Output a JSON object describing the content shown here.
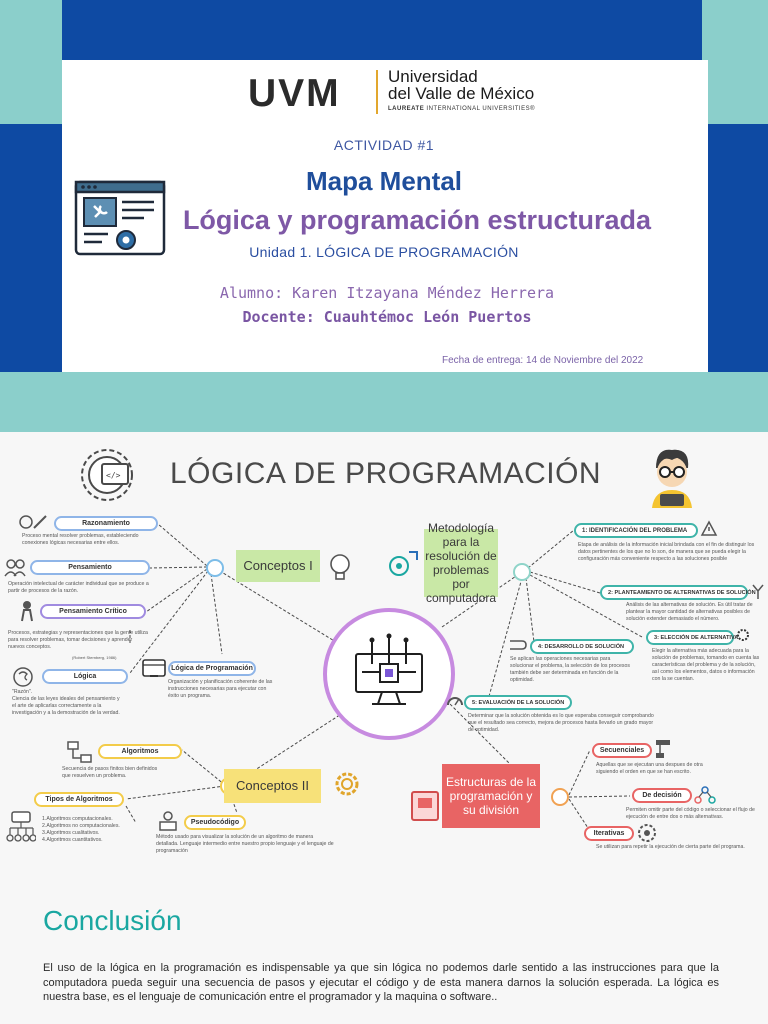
{
  "cover": {
    "logo_letters": "UVM",
    "university_line1": "Universidad",
    "university_line2": "del Valle de México",
    "network_bold": "LAUREATE",
    "network_rest": " INTERNATIONAL UNIVERSITIES®",
    "activity": "ACTIVIDAD #1",
    "title": "Mapa Mental",
    "subtitle": "Lógica y programación estructurada",
    "unit": "Unidad 1. LÓGICA DE PROGRAMACIÓN",
    "student": "Alumno: Karen Itzayana Méndez Herrera",
    "teacher": "Docente: Cuauhtémoc León Puertos",
    "due_date": "Fecha de entrega: 14 de Noviembre del 2022",
    "colors": {
      "teal": "#8bcfcb",
      "blue": "#0e4aa3",
      "purple": "#7e58a6",
      "gold": "#e2a72e"
    }
  },
  "mindmap": {
    "title": "LÓGICA DE PROGRAMACIÓN",
    "hubs": {
      "conceptos1": "Conceptos I",
      "conceptos2": "Conceptos II",
      "metodologia": "Metodología para la resolución de problemas por computadora",
      "estructuras": "Estructuras de la programación y su división"
    },
    "conceptos1": {
      "razonamiento": {
        "label": "Razonamiento",
        "note": "Proceso mental resolver problemas, estableciendo conexiones lógicas necesarias entre ellos."
      },
      "pensamiento": {
        "label": "Pensamiento",
        "note": "Operación intelectual de carácter individual que se produce a partir de procesos de la razón."
      },
      "critico": {
        "label": "Pensamiento Crítico",
        "note": "Procesos, estrategias y representaciones que la gente utiliza para resolver problemas, tomar decisiones y aprender nuevos conceptos.",
        "source": "(Robert Sternberg, 1986)"
      },
      "logica": {
        "label": "Lógica",
        "note_a": "\"Razón\".",
        "note_b": "Ciencia de las leyes ideales del pensamiento y el arte de aplicarlas correctamente a la investigación y a la demostración de la verdad."
      },
      "logica_prog": {
        "label": "Lógica de Programación",
        "note": "Organización y planificación coherente de las instrucciones necesarias para ejecutar con éxito un programa."
      }
    },
    "conceptos2": {
      "algoritmos": {
        "label": "Algoritmos",
        "note": "Secuencia de pasos finitos bien definidos que resuelven un problema."
      },
      "tipos": {
        "label": "Tipos de Algoritmos",
        "items": [
          "1.Algoritmos computacionales.",
          "2.Algoritmos no computacionales.",
          "3.Algoritmos cualitativos.",
          "4.Algoritmos cuantitativos."
        ]
      },
      "pseudocodigo": {
        "label": "Pseudocódigo",
        "note": "Método usado para visualizar la solución de un algoritmo de manera detallada. Lenguaje intermedio entre nuestro propio lenguaje y el lenguaje de programación"
      }
    },
    "metodologia": {
      "s1": {
        "label": "1: IDENTIFICACIÓN DEL PROBLEMA",
        "note": "Etapa de análisis de la información inicial brindada con el fin de distinguir los datos pertinentes de los que no lo son, de manera que se pueda elegir la configuración más conveniente respecto a las soluciones posible"
      },
      "s2": {
        "label": "2: PLANTEAMIENTO DE ALTERNATIVAS DE SOLUCIÓN",
        "note": "Análisis de las alternativas de solución. Es útil tratar de plantear la mayor cantidad de alternativas posibles de solución extender demasiado el número."
      },
      "s3": {
        "label": "3: ELECCIÓN DE ALTERNATIVA",
        "note": "Elegir la alternativa más adecuada para la solución de problemas, tomando en cuenta las características del problema y de la solución, así como los elementos, datos o información con la se cuentan."
      },
      "s4": {
        "label": "4: DESARROLLO DE SOLUCIÓN",
        "note": "Se aplican las operaciones necesarias para solucionar el problema, la selección de los procesos también debe ser determinada en función de la optimidad."
      },
      "s5": {
        "label": "5: EVALUACIÓN DE LA SOLUCIÓN",
        "note": "Determinar que la solución obtenida es lo que esperaba conseguir comprobando que el resultado sea correcto, mejora de procesos hasta llevarlo un grado mayor de optimidad."
      }
    },
    "estructuras": {
      "secuenciales": {
        "label": "Secuenciales",
        "note": "Aquellas que se ejecutan una despues de otra siguiendo el orden en que se han escrito."
      },
      "decision": {
        "label": "De decisión",
        "note": "Permiten omitir parte del código o seleccionar el flujo de ejecución de entre dos o más alternativas."
      },
      "iterativas": {
        "label": "Iterativas",
        "note": "Se utilizan para repetir la ejecución de cierta parte del programa."
      }
    }
  },
  "conclusion": {
    "title": "Conclusión",
    "body": "El uso de la lógica en la programación es indispensable ya que sin lógica no podemos darle sentido a las instrucciones para que la computadora pueda seguir una secuencia de pasos y ejecutar el código y de esta manera darnos la solución esperada. La lógica es nuestra base, es el lenguaje de comunicación entre el programador y la maquina o software.."
  }
}
